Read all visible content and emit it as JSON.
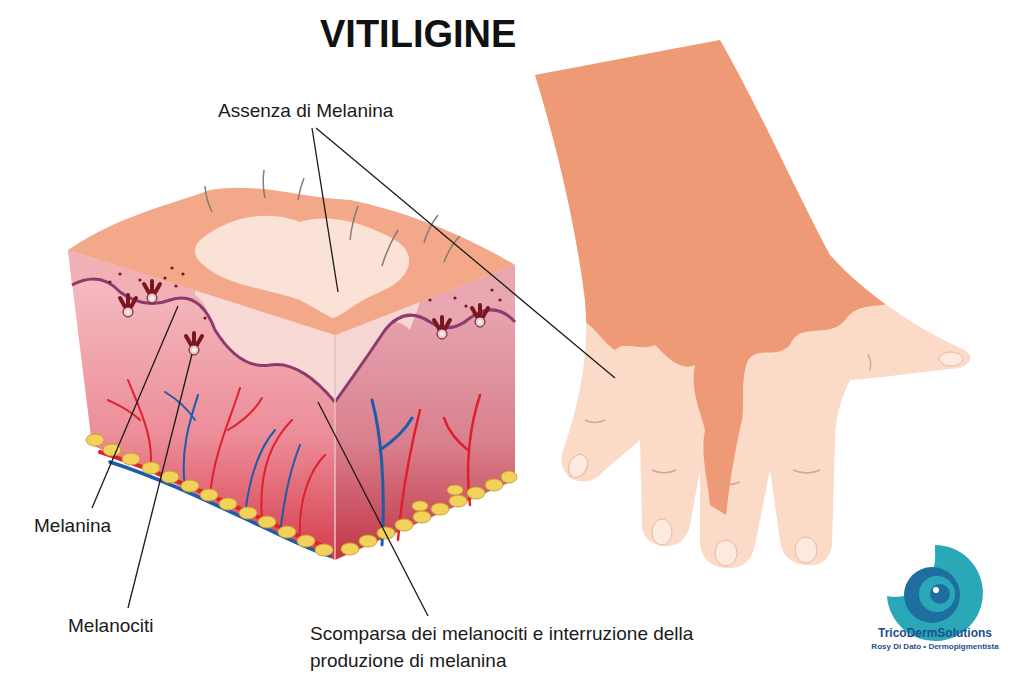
{
  "diagram": {
    "title": "VITILIGINE",
    "labels": [
      "Assenza di Melanina",
      "Melanina",
      "Melanociti",
      "Scomparsa dei melanociti e interruzione della produzione di melanina",
      "TricoDermSolutions",
      "Rosy Di Dato • Dermopigmentista"
    ]
  }
}
